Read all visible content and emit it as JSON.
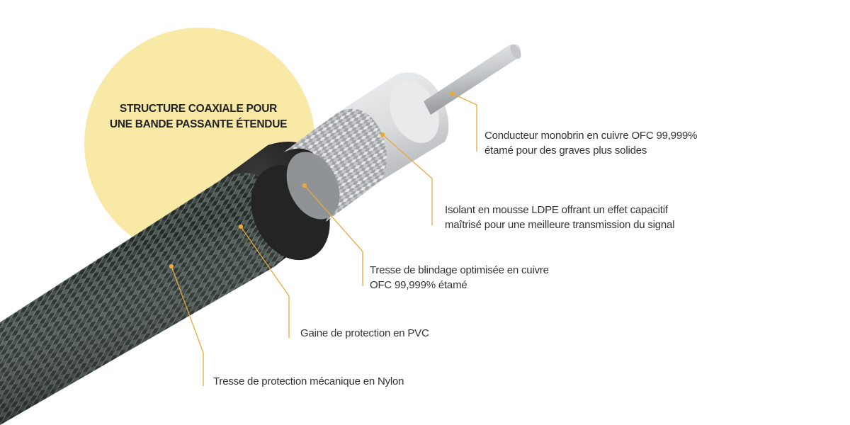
{
  "title": {
    "line1": "STRUCTURE COAXIALE POUR",
    "line2": "UNE BANDE PASSANTE ÉTENDUE"
  },
  "labels": {
    "conductor": [
      "Conducteur monobrin en cuivre OFC 99,999%",
      "étamé pour des graves plus solides"
    ],
    "insulation": [
      "Isolant en mousse LDPE offrant un effet capacitif",
      "maîtrisé pour une meilleure transmission du signal"
    ],
    "shield": [
      "Tresse de blindage optimisée en cuivre",
      "OFC 99,999% étamé"
    ],
    "pvc": [
      "Gaine de protection en PVC"
    ],
    "nylon": [
      "Tresse de protection mécanique en Nylon"
    ]
  },
  "colors": {
    "circle": "#f9e9a6",
    "leader": "#e8a93a",
    "jacket": "#1b1c1b",
    "braid": "#2c3330",
    "shield": "#c9cbcd",
    "insulation": "#e2e3e4",
    "conductor": "#cfd2d4"
  }
}
